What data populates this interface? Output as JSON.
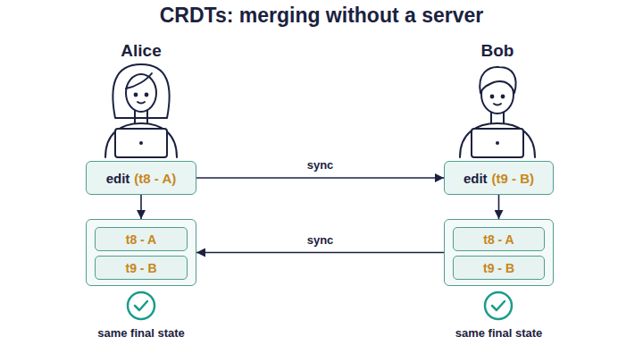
{
  "diagram": {
    "title": "CRDTs: merging without a server",
    "nodes": [
      {
        "text": [
          "edit",
          "(t8 - A)"
        ]
      },
      {
        "text": [
          "edit",
          "(t9 - B)"
        ]
      },
      {
        "text": [
          "same final state"
        ]
      },
      {
        "text": [
          "t8 - A"
        ],
        "in": 2
      },
      {
        "text": [
          "t9 - B"
        ],
        "in": 2
      },
      {
        "text": [
          "same final state"
        ]
      },
      {
        "text": [
          "t8 - A"
        ],
        "in": 5
      },
      {
        "text": [
          "t9 - B"
        ],
        "in": 5
      }
    ],
    "edges": [
      {
        "from": 0,
        "to": 1,
        "label": "sync",
        "arrow": "to"
      },
      {
        "from": 0,
        "to": 2,
        "arrow": "to"
      },
      {
        "from": 1,
        "to": 5,
        "arrow": "to"
      },
      {
        "from": 5,
        "to": 2,
        "label": "sync",
        "arrow": "to"
      }
    ],
    "labels": [
      "Alice",
      "Bob"
    ]
  }
}
